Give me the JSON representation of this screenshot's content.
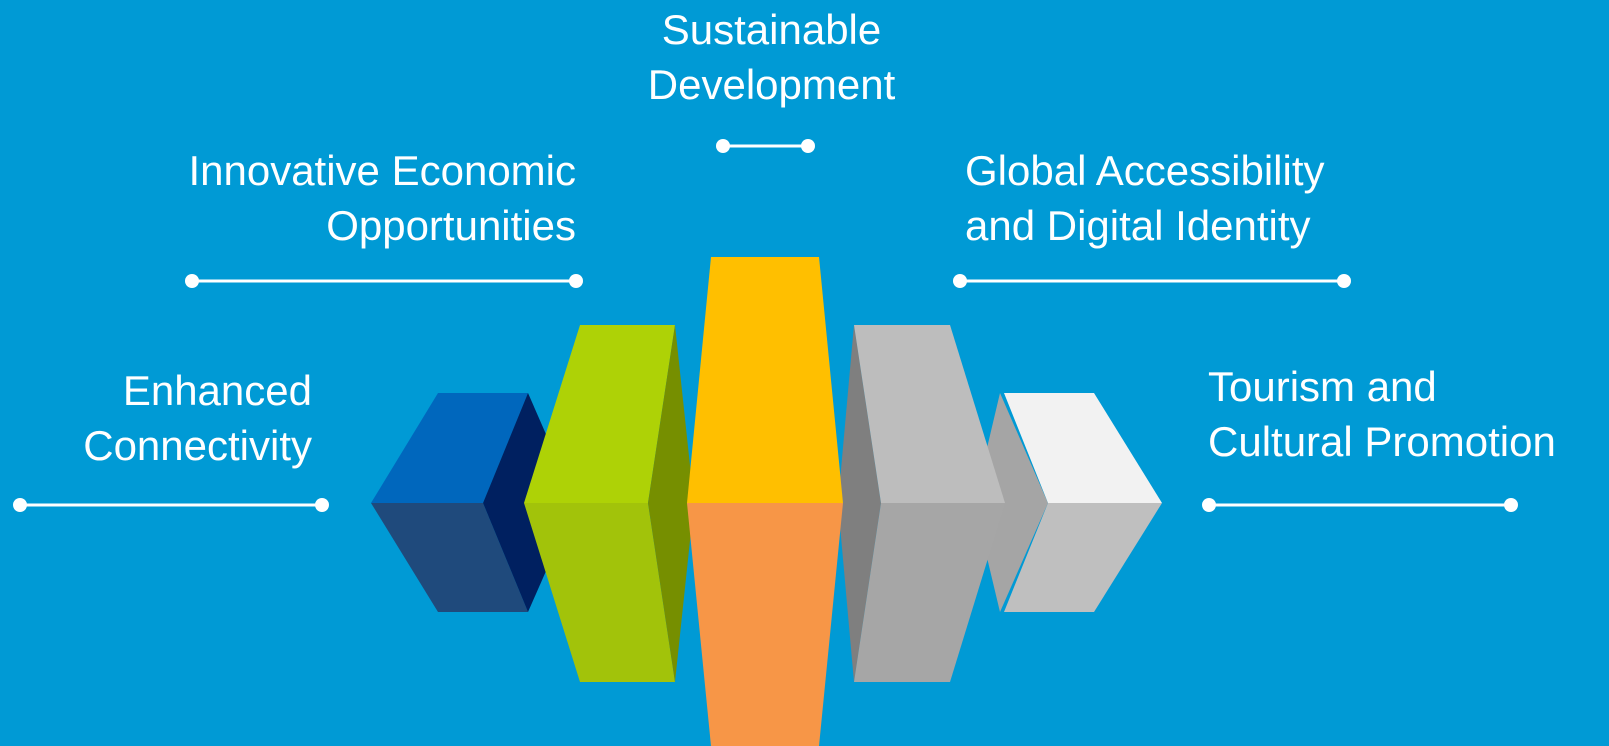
{
  "colors": {
    "background": "#009ad5",
    "connector": "#ffffff",
    "blue_front_top": "#0067bd",
    "blue_front_bottom": "#1f4a7c",
    "blue_side": "#002060",
    "green_front_top": "#aed206",
    "green_front_bottom": "#a2c30a",
    "green_side": "#768f00",
    "yellow_top": "#ffbf00",
    "orange_bottom": "#f79647",
    "gray_front_top": "#bdbdbd",
    "gray_front_bottom": "#a6a6a6",
    "gray_side": "#7f7f7f",
    "white_front_top": "#f2f2f2",
    "white_front_bottom": "#bfbfbf",
    "white_side": "#a5a5a5"
  },
  "labels": {
    "sustainable": {
      "line1": "Sustainable",
      "line2": "Development"
    },
    "innovative": {
      "line1": "Innovative Economic",
      "line2": "Opportunities"
    },
    "global": {
      "line1": "Global Accessibility",
      "line2": "and Digital Identity"
    },
    "enhanced": {
      "line1": "Enhanced",
      "line2": "Connectivity"
    },
    "tourism": {
      "line1": "Tourism and",
      "line2": "Cultural Promotion"
    }
  }
}
